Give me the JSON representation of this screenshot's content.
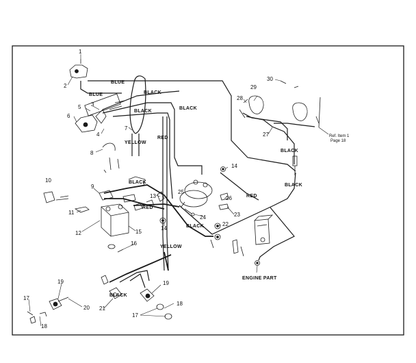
{
  "wire_labels": {
    "blue_top": "BLUE",
    "blue_left": "BLUE",
    "black_top": "BLACK",
    "black_mid": "BLACK",
    "black_right_top": "BLACK",
    "yellow_top": "YELLOW",
    "red_mid": "RED",
    "black_battery": "BLACK",
    "red_battery": "RED",
    "black_right_mid": "BLACK",
    "black_right_low": "BLACK",
    "red_right": "RED",
    "black_center": "BLACK",
    "yellow_bottom": "YELLOW",
    "black_bottom": "BLACK"
  },
  "part_numbers": {
    "n1": "1",
    "n2": "2",
    "n3": "3",
    "n4": "4",
    "n5": "5",
    "n6": "6",
    "n7": "7",
    "n8": "8",
    "n9": "9",
    "n10": "10",
    "n11": "11",
    "n12": "12",
    "n13": "13",
    "n14a": "14",
    "n14b": "14",
    "n15": "15",
    "n16": "16",
    "n17a": "17",
    "n17b": "17",
    "n18a": "18",
    "n18b": "18",
    "n19a": "19",
    "n19b": "19",
    "n20": "20",
    "n21": "21",
    "n22": "22",
    "n23": "23",
    "n24": "24",
    "n25": "25",
    "n26": "26",
    "n27": "27",
    "n28": "28",
    "n29": "29",
    "n30": "30"
  },
  "annotations": {
    "ref_line1": "Ref. Item 1",
    "ref_line2": "Page 18",
    "engine_part": "ENGINE PART"
  }
}
